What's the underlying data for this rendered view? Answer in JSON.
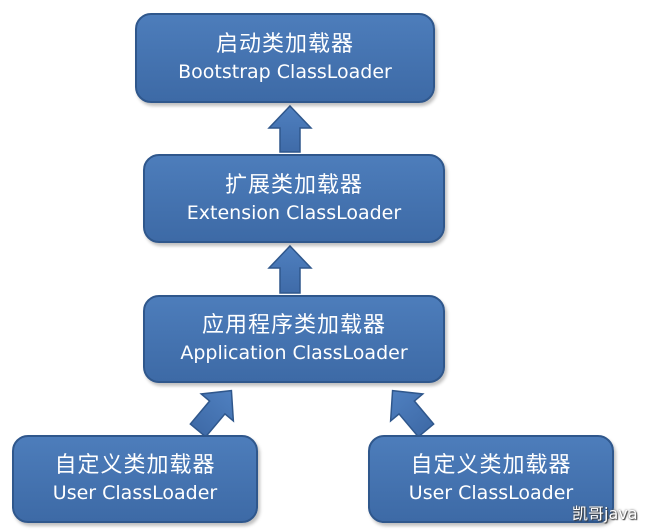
{
  "diagram": {
    "nodes": {
      "bootstrap": {
        "cn": "启动类加载器",
        "en": "Bootstrap ClassLoader"
      },
      "extension": {
        "cn": "扩展类加载器",
        "en": "Extension ClassLoader"
      },
      "application": {
        "cn": "应用程序类加载器",
        "en": "Application ClassLoader"
      },
      "user_left": {
        "cn": "自定义类加载器",
        "en": "User ClassLoader"
      },
      "user_right": {
        "cn": "自定义类加载器",
        "en": "User ClassLoader"
      }
    },
    "edges": [
      {
        "from": "extension",
        "to": "bootstrap"
      },
      {
        "from": "application",
        "to": "extension"
      },
      {
        "from": "user_left",
        "to": "application"
      },
      {
        "from": "user_right",
        "to": "application"
      }
    ]
  },
  "watermark": "凯哥java",
  "colors": {
    "node_fill": "#4a78b5",
    "node_border": "#2f578c",
    "arrow_fill": "#4a78b5",
    "text": "#ffffff"
  }
}
